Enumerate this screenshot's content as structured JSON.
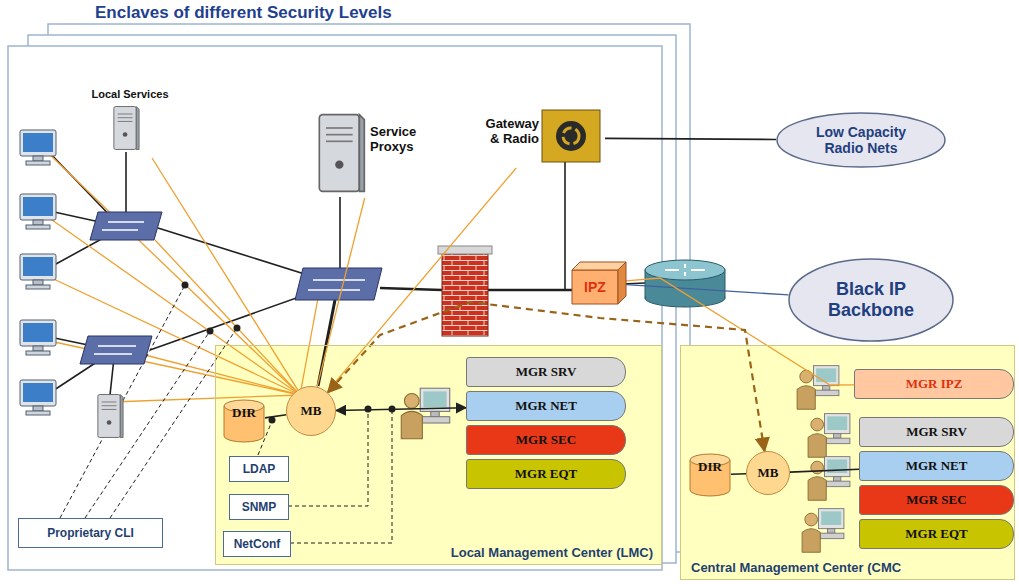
{
  "diagram": {
    "title": "Enclaves of different Security Levels",
    "nodes": [
      {
        "text": [
          "Local Services"
        ]
      },
      {
        "text": [
          "Service Proxys"
        ]
      },
      {
        "text": [
          "Gateway & Radio"
        ]
      },
      {
        "text": [
          "Low Capacity Radio Nets"
        ]
      },
      {
        "text": [
          "IPZ"
        ]
      },
      {
        "text": [
          "Black IP Backbone"
        ]
      },
      {
        "text": [
          "Local Management Center (LMC)"
        ]
      },
      {
        "text": [
          "DIR"
        ],
        "in": 6
      },
      {
        "text": [
          "MB"
        ],
        "in": 6
      },
      {
        "text": [
          "MGR SRV"
        ],
        "in": 6
      },
      {
        "text": [
          "MGR NET"
        ],
        "in": 6
      },
      {
        "text": [
          "MGR SEC"
        ],
        "in": 6
      },
      {
        "text": [
          "MGR EQT"
        ],
        "in": 6
      },
      {
        "text": [
          "LDAP"
        ],
        "in": 6
      },
      {
        "text": [
          "SNMP"
        ],
        "in": 6
      },
      {
        "text": [
          "NetConf"
        ],
        "in": 6
      },
      {
        "text": [
          "Proprietary CLI"
        ]
      },
      {
        "text": [
          "Central Management Center (CMC"
        ]
      },
      {
        "text": [
          "MGR IPZ"
        ],
        "in": 17
      },
      {
        "text": [
          "MGR SRV"
        ],
        "in": 17
      },
      {
        "text": [
          "MGR NET"
        ],
        "in": 17
      },
      {
        "text": [
          "MGR SEC"
        ],
        "in": 17
      },
      {
        "text": [
          "MGR EQT"
        ],
        "in": 17
      },
      {
        "text": [
          "DIR"
        ],
        "in": 17
      },
      {
        "text": [
          "MB"
        ],
        "in": 17
      }
    ],
    "edges": [
      {
        "from": 8,
        "to": 0,
        "arrow": "none"
      },
      {
        "from": 8,
        "to": 1,
        "arrow": "none"
      },
      {
        "from": 8,
        "to": 2,
        "arrow": "none"
      },
      {
        "from": 2,
        "to": 3,
        "arrow": "none"
      },
      {
        "from": 4,
        "to": 5,
        "arrow": "none"
      },
      {
        "from": 8,
        "to": 7,
        "arrow": "none"
      },
      {
        "from": 8,
        "to": 10,
        "arrow": "both"
      },
      {
        "from": 18,
        "to": 4,
        "arrow": "none"
      },
      {
        "from": 24,
        "to": 8,
        "arrow": "both"
      },
      {
        "from": 24,
        "to": 23,
        "arrow": "none"
      },
      {
        "from": 24,
        "to": 20,
        "arrow": "none"
      }
    ]
  }
}
